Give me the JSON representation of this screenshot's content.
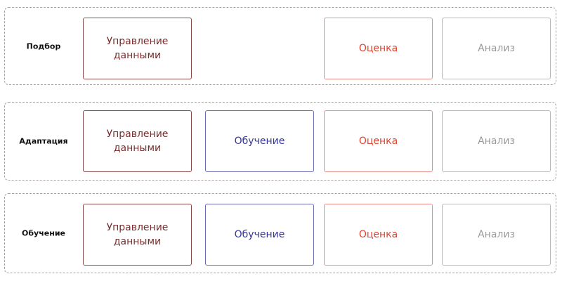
{
  "rows": [
    {
      "label": "Подбор",
      "data": "Управление данными",
      "eval": "Оценка",
      "analysis": "Анализ"
    },
    {
      "label": "Адаптация",
      "data": "Управление данными",
      "train": "Обучение",
      "eval": "Оценка",
      "analysis": "Анализ"
    },
    {
      "label": "Обучение",
      "data": "Управление данными",
      "train": "Обучение",
      "eval": "Оценка",
      "analysis": "Анализ"
    }
  ]
}
